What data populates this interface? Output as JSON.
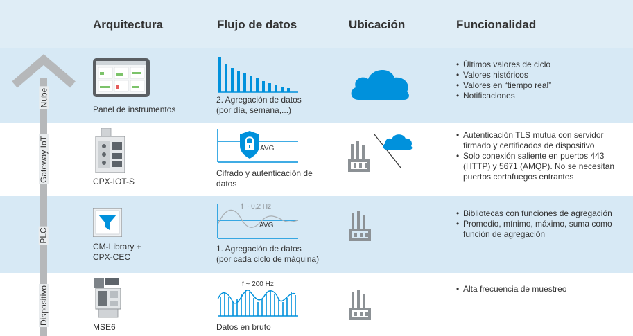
{
  "headers": {
    "architecture": "Arquitectura",
    "data_flow": "Flujo de datos",
    "location": "Ubicación",
    "functionality": "Funcionalidad"
  },
  "rows": [
    {
      "level": "Nube",
      "device": "Panel de instrumentos",
      "flow": "2. Agregación de datos\n(por día, semana,...)",
      "functionality": [
        "Últimos valores de ciclo",
        "Valores históricos",
        "Valores en “tiempo real”",
        "Notificaciones"
      ]
    },
    {
      "level": "Gateway IoT",
      "device": "CPX-IOT-S",
      "flow": "Cifrado y autenticación de\ndatos",
      "flow_tag": "AVG",
      "functionality": [
        "Autenticación TLS mutua con servidor firmado y certificados de dispositivo",
        "Solo conexión saliente en puertos 443 (HTTP) y 5671 (AMQP). No se necesitan puertos cortafuegos entrantes"
      ]
    },
    {
      "level": "PLC",
      "device": "CM-Library +\nCPX-CEC",
      "flow": "1. Agregación de datos\n(por cada ciclo de máquina)",
      "flow_freq": "f ~ 0,2 Hz",
      "flow_tag": "AVG",
      "functionality": [
        "Bibliotecas con funciones de agregación",
        "Promedio, mínimo, máximo, suma como función de agregación"
      ]
    },
    {
      "level": "Dispositivo",
      "device": "MSE6",
      "flow": "Datos en bruto",
      "flow_freq": "f ~ 200 Hz",
      "functionality": [
        "Alta frecuencia de muestreo"
      ]
    }
  ],
  "colors": {
    "header_band": "#dfedf6",
    "row_blue": "#d7e9f5",
    "accent_blue": "#0091dc",
    "arrow_gray": "#b6b8ba",
    "factory_gray": "#8c9195"
  },
  "icons": {
    "dashboard": "tablet-dashboard-icon",
    "gateway": "cpx-iot-gateway-icon",
    "library": "cm-library-icon",
    "device": "mse6-device-icon",
    "cloud": "cloud-icon",
    "factory": "factory-icon",
    "lock": "padlock-icon"
  }
}
